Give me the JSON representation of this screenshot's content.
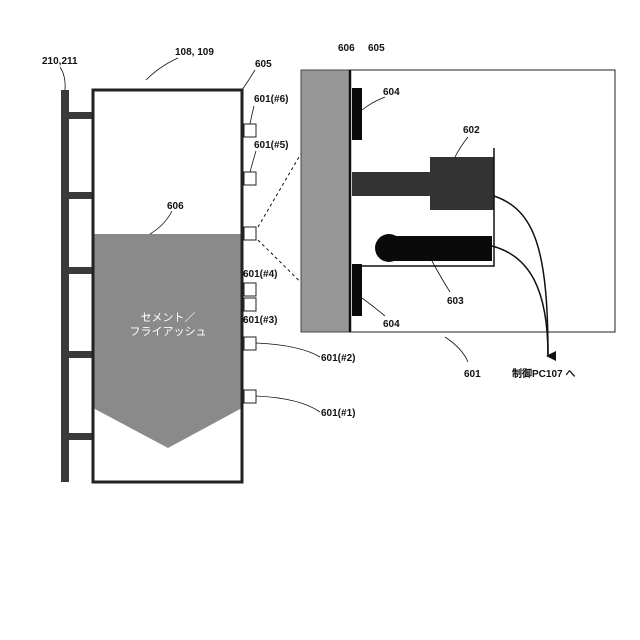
{
  "labels": {
    "ladder": "210,211",
    "silo": "108, 109",
    "material": "606",
    "wall_top": "605",
    "sensor_6": "601(#6)",
    "sensor_5": "601(#5)",
    "sensor_4": "601(#4)",
    "sensor_3": "601(#3)",
    "sensor_2": "601(#2)",
    "sensor_1": "601(#1)",
    "material_name_line1": "セメント／",
    "material_name_line2": "フライアッシュ",
    "detail_material": "606",
    "detail_wall": "605",
    "detail_window_top": "604",
    "detail_window_bottom": "604",
    "detail_device": "602",
    "detail_cable": "603",
    "detail_box": "601",
    "output": "制御PC107 へ"
  },
  "colors": {
    "material_fill": "#8a8a8a",
    "wall_fill": "#979797",
    "frame": "#222222",
    "component_dark": "#333333",
    "component_black": "#0a0a0a"
  }
}
